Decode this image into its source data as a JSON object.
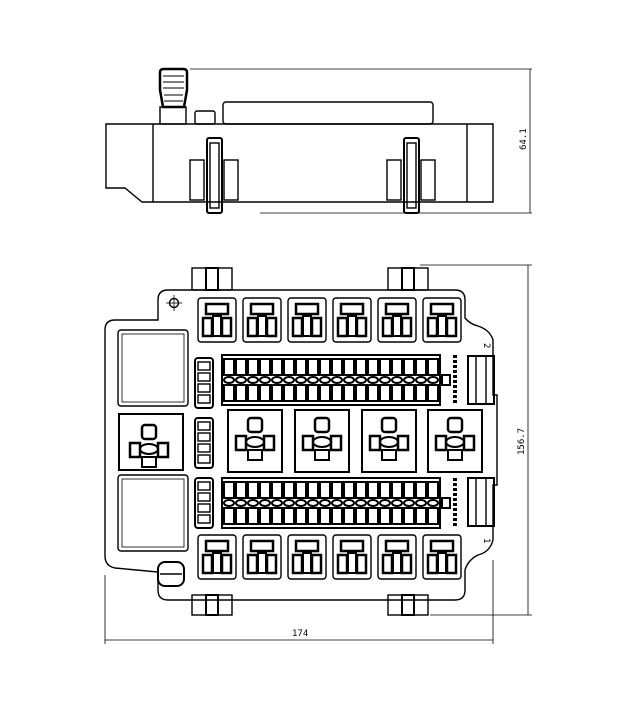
{
  "drawing": {
    "dimensions": {
      "height_side": "64.1",
      "height_top": "156.7",
      "width": "174"
    },
    "connector_labels": {
      "upper": "2",
      "lower": "1"
    },
    "line_color": "#000000",
    "background": "#ffffff"
  }
}
